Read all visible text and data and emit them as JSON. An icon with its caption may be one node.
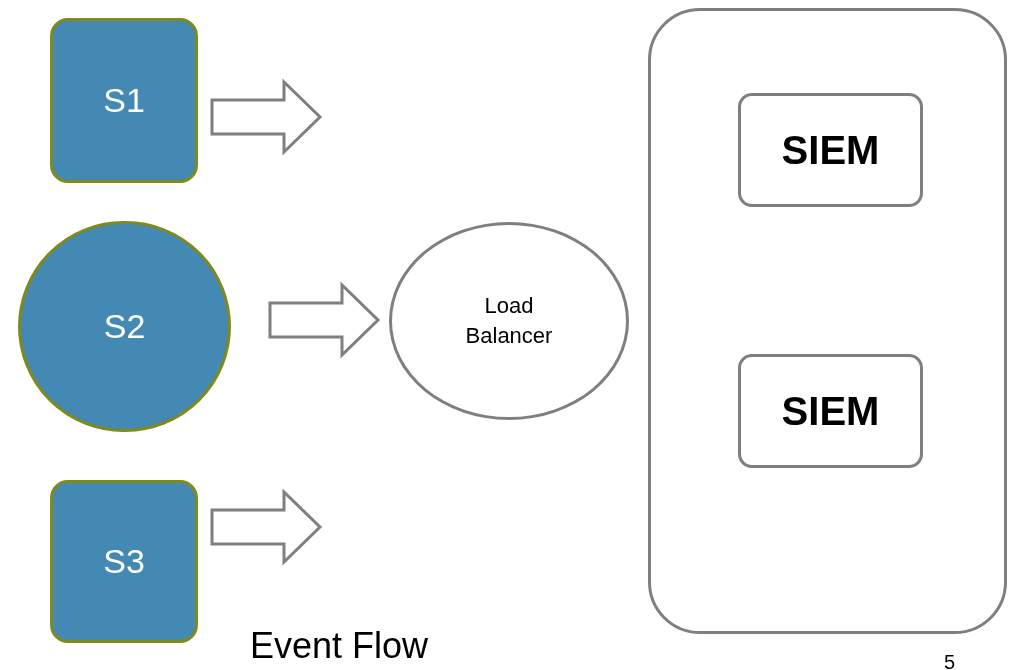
{
  "diagram": {
    "nodes": [
      {
        "text": [
          "S1"
        ]
      },
      {
        "text": [
          "S2"
        ]
      },
      {
        "text": [
          "S3"
        ]
      },
      {
        "text": [
          "Load Balancer"
        ]
      },
      {
        "text": [],
        "shape": "box"
      },
      {
        "text": [
          "SIEM"
        ],
        "in": 4
      },
      {
        "text": [
          "SIEM"
        ],
        "in": 4
      }
    ],
    "edges": [
      {
        "from": 0,
        "to": null,
        "arrow": "to"
      },
      {
        "from": 1,
        "to": 3,
        "arrow": "to"
      },
      {
        "from": 2,
        "to": null,
        "arrow": "to"
      }
    ],
    "labels": [
      "Event Flow",
      "5"
    ]
  }
}
